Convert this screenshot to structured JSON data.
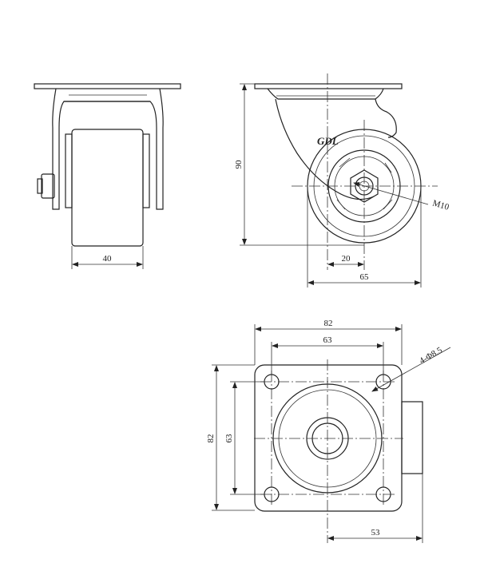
{
  "labels": {
    "front_width": "40",
    "side_height": "90",
    "side_offset": "20",
    "side_length": "65",
    "thread": "M10",
    "plate_width": "82",
    "hole_spacing_x": "63",
    "plate_height": "82",
    "hole_spacing_y": "63",
    "holes": "4-Φ8.5",
    "swivel_radius": "53",
    "brand": "GDL"
  }
}
